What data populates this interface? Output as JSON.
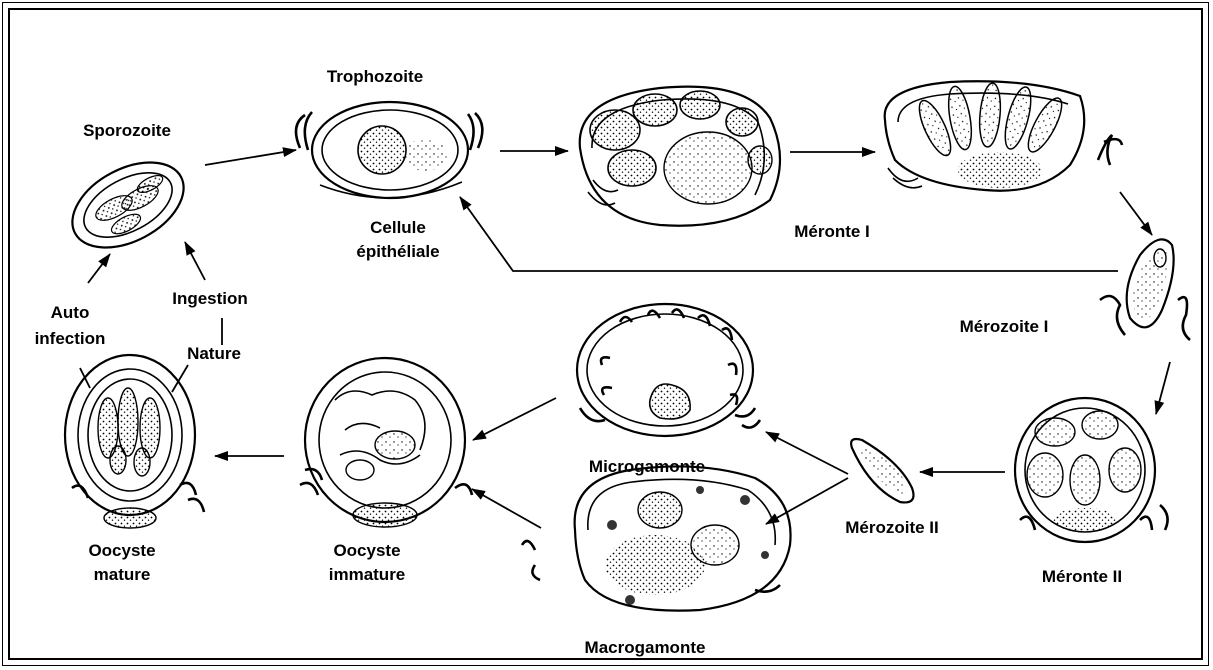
{
  "labels": {
    "sporozoite": "Sporozoite",
    "trophozoite": "Trophozoite",
    "cellule": "Cellule",
    "epitheliale": "épithéliale",
    "meronte1": "Méronte I",
    "merozoite1": "Mérozoite I",
    "meronte2": "Méronte II",
    "merozoite2": "Mérozoite II",
    "microgamonte": "Microgamonte",
    "macrogamonte": "Macrogamonte",
    "oocyste_imm_1": "Oocyste",
    "oocyste_imm_2": "immature",
    "oocyste_mat_1": "Oocyste",
    "oocyste_mat_2": "mature",
    "auto": "Auto",
    "infection": "infection",
    "ingestion": "Ingestion",
    "nature": "Nature"
  }
}
